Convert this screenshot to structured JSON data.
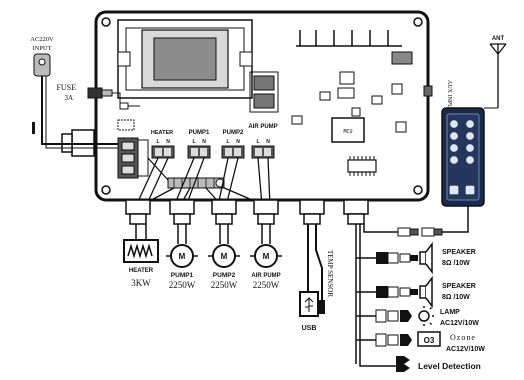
{
  "power_input": {
    "voltage": "AC220V",
    "label": "INPUT"
  },
  "fuse": {
    "label": "FUSE",
    "rating": "3A"
  },
  "antenna": {
    "label": "ANT"
  },
  "aux_input": {
    "label": "AUX INPUT"
  },
  "mcu": {
    "label": "MCU"
  },
  "terminal_letters": {
    "l": "L",
    "n": "N"
  },
  "relay_headers": [
    {
      "label": "HEATER"
    },
    {
      "label": "PUMP1"
    },
    {
      "label": "PUMP2"
    },
    {
      "label": "AIR PUMP"
    }
  ],
  "loads": [
    {
      "label": "HEATER",
      "power": "3KW"
    },
    {
      "label": "PUMP1",
      "power": "2250W"
    },
    {
      "label": "PUMP2",
      "power": "2250W"
    },
    {
      "label": "AIR PUMP",
      "power": "2250W"
    }
  ],
  "motor_symbol": "M",
  "temp_sensor": {
    "label": "TEMP SENSOR"
  },
  "usb": {
    "label": "USB"
  },
  "outputs": [
    {
      "name": "SPEAKER",
      "spec": "8Ω /10W"
    },
    {
      "name": "SPEAKER",
      "spec": "8Ω /10W"
    },
    {
      "name": "LAMP",
      "spec": "AC12V/10W"
    },
    {
      "name": "Ozone",
      "spec": "AC12V/10W",
      "symbol": "O3"
    }
  ],
  "level_detection": {
    "label": "Level Detection"
  }
}
